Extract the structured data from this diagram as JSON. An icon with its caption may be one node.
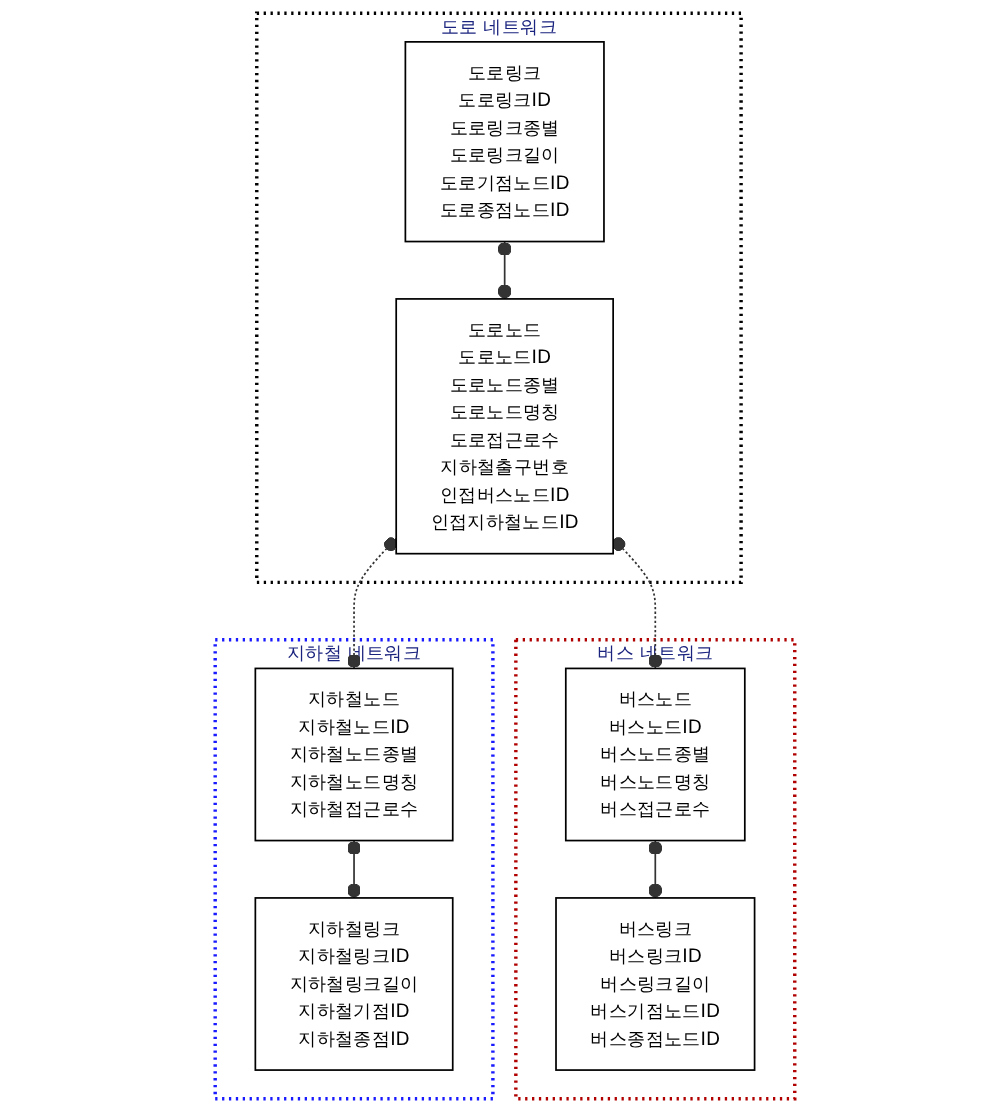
{
  "diagram": {
    "nodes": [
      {
        "text": [
          "도로 네트워크"
        ]
      },
      {
        "text": [
          "도로링크",
          "도로링크ID",
          "도로링크종별",
          "도로링크길이",
          "도로기점노드ID",
          "도로종점노드ID"
        ],
        "in": 0
      },
      {
        "text": [
          "도로노드",
          "도로노드ID",
          "도로노드종별",
          "도로노드명칭",
          "도로접근로수",
          "지하철출구번호",
          "인접버스노드ID",
          "인접지하철노드ID"
        ],
        "in": 0
      },
      {
        "text": [
          "버스 네트워크"
        ]
      },
      {
        "text": [
          "버스노드",
          "버스노드ID",
          "버스노드종별",
          "버스노드명칭",
          "버스접근로수"
        ],
        "in": 3
      },
      {
        "text": [
          "버스링크",
          "버스링크ID",
          "버스링크길이",
          "버스기점노드ID",
          "버스종점노드ID"
        ],
        "in": 3
      },
      {
        "text": [
          "지하철 네트워크"
        ]
      },
      {
        "text": [
          "지하철노드",
          "지하철노드ID",
          "지하철노드종별",
          "지하철노드명칭",
          "지하철접근로수"
        ],
        "in": 6
      },
      {
        "text": [
          "지하철링크",
          "지하철링크ID",
          "지하철링크길이",
          "지하철기점ID",
          "지하철종점ID"
        ],
        "in": 6
      }
    ],
    "edges": [
      {
        "from": 1,
        "to": 2,
        "arrow": "other"
      },
      {
        "from": 2,
        "to": 4,
        "arrow": "other",
        "style": "dashed"
      },
      {
        "from": 2,
        "to": 7,
        "arrow": "other",
        "style": "dashed"
      },
      {
        "from": 4,
        "to": 5,
        "arrow": "other"
      },
      {
        "from": 7,
        "to": 8,
        "arrow": "other"
      }
    ]
  }
}
